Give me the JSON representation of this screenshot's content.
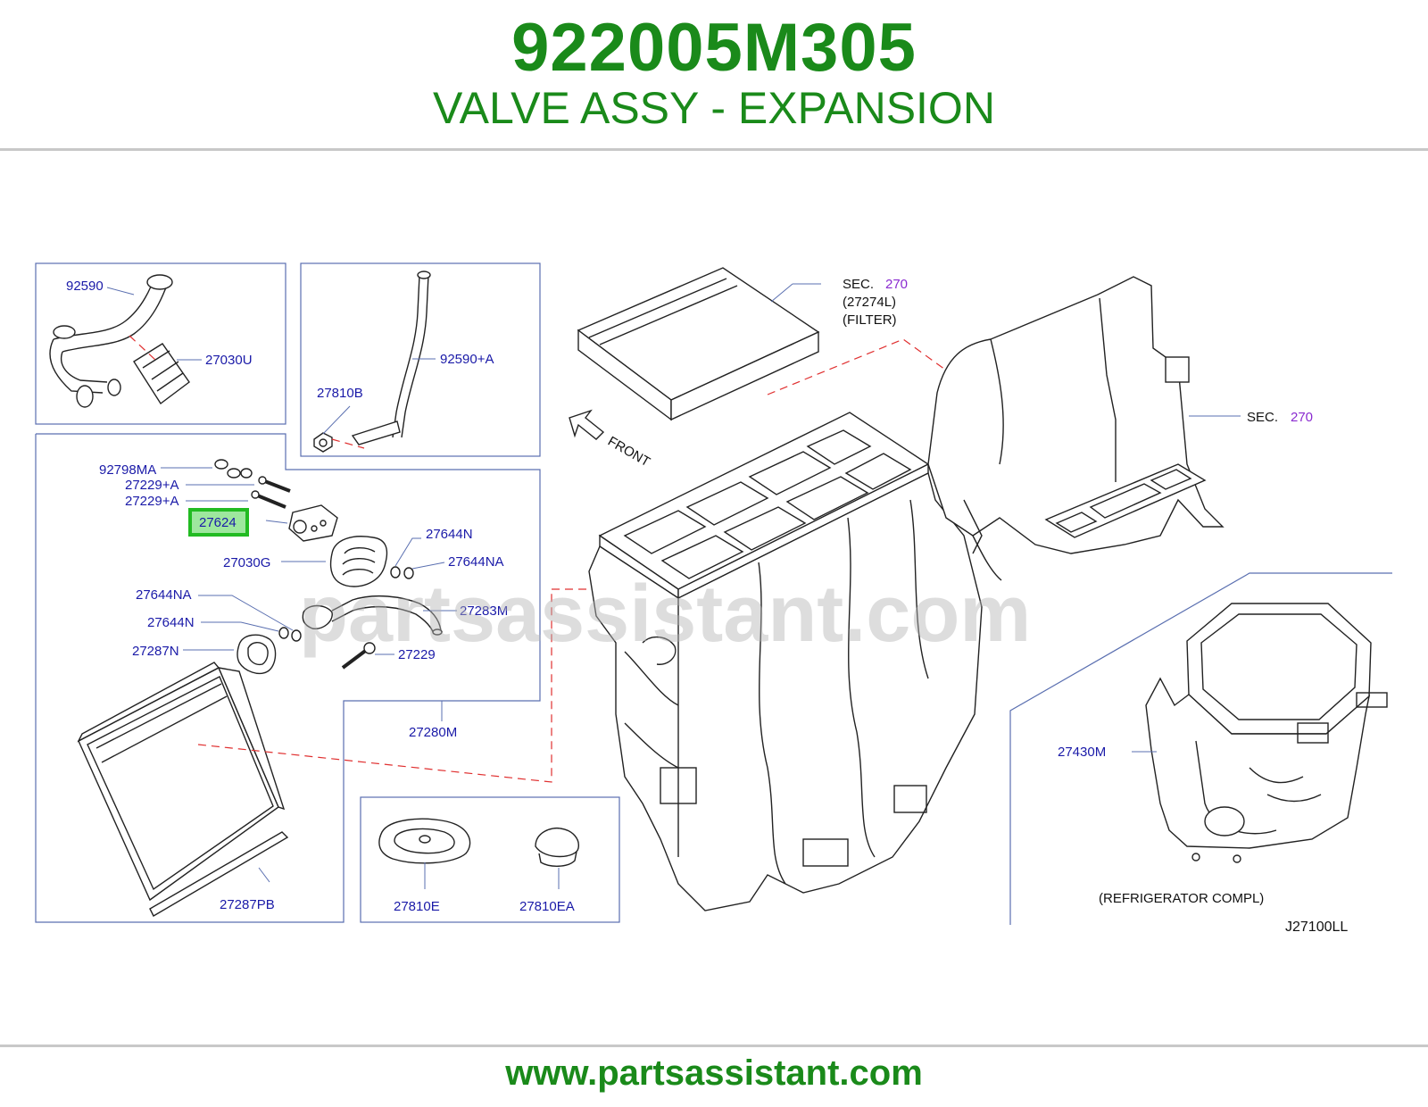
{
  "header": {
    "part_number": "922005M305",
    "description": "VALVE ASSY - EXPANSION"
  },
  "footer": {
    "url": "www.partsassistant.com"
  },
  "watermark": "partsassistant.com",
  "diagram": {
    "code": "J27100LL",
    "front_label": "FRONT",
    "highlighted_part": "27624",
    "labels": {
      "p92590": "92590",
      "p27030U": "27030U",
      "p27810B": "27810B",
      "p92590A": "92590+A",
      "p92798MA": "92798MA",
      "p27229A1": "27229+A",
      "p27229A2": "27229+A",
      "p27624": "27624",
      "p27644N_top": "27644N",
      "p27030G": "27030G",
      "p27644NA_top": "27644NA",
      "p27644NA_left": "27644NA",
      "p27283M": "27283M",
      "p27644N_left": "27644N",
      "p27287N": "27287N",
      "p27229": "27229",
      "p27280M": "27280M",
      "p27287PB": "27287PB",
      "p27810E": "27810E",
      "p27810EA": "27810EA",
      "p27430M": "27430M",
      "sec1_prefix": "SEC.",
      "sec1_num": "270",
      "sec1_sub1": "(27274L)",
      "sec1_sub2": "(FILTER)",
      "sec2_prefix": "SEC.",
      "sec2_num": "270",
      "refrigerator": "(REFRIGERATOR   COMPL)"
    }
  },
  "colors": {
    "brand_green": "#1a8a1a",
    "label_blue": "#1a1aa8",
    "section_purple": "#8a2bd0",
    "highlight_green": "#33cc33",
    "dash_red": "#e03030"
  }
}
